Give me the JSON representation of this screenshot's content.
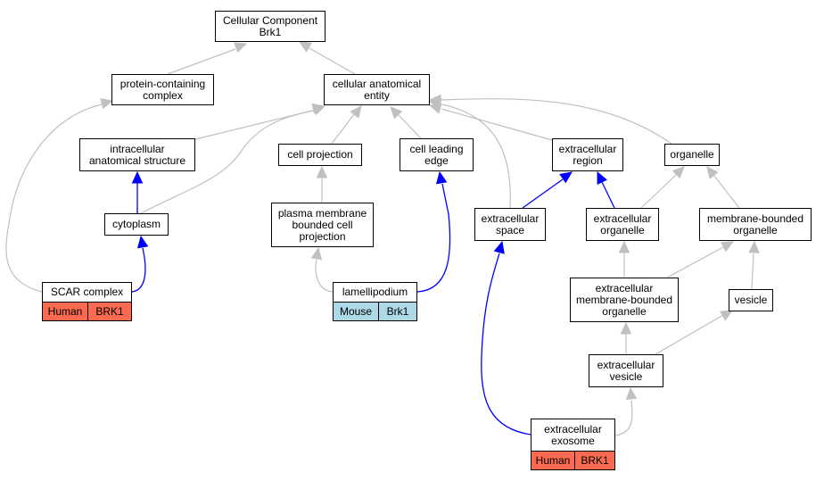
{
  "colors": {
    "gray_edge": "#c0c0c0",
    "blue_edge": "#0000ff",
    "human_tag": "#fa6a50",
    "mouse_tag": "#add8e6"
  },
  "nodes": {
    "root": "Cellular Component\nBrk1",
    "protein_complex": "protein-containing\ncomplex",
    "cae": "cellular anatomical\nentity",
    "intracellular": "intracellular\nanatomical structure",
    "cell_projection": "cell projection",
    "cell_leading_edge": "cell leading\nedge",
    "extracellular_region": "extracellular\nregion",
    "organelle": "organelle",
    "cytoplasm": "cytoplasm",
    "plasma_membrane": "plasma membrane\nbounded cell\nprojection",
    "extracellular_space": "extracellular\nspace",
    "extracellular_organelle": "extracellular\norganelle",
    "membrane_bounded": "membrane-bounded\norganelle",
    "scar_complex": "SCAR complex",
    "lamellipodium": "lamellipodium",
    "ext_membrane_bounded": "extracellular\nmembrane-bounded\norganelle",
    "vesicle": "vesicle",
    "ext_vesicle": "extracellular\nvesicle",
    "exosome": "extracellular\nexosome"
  },
  "annotations": {
    "scar": {
      "species": "Human",
      "gene": "BRK1"
    },
    "lamellipodium": {
      "species": "Mouse",
      "gene": "Brk1"
    },
    "exosome": {
      "species": "Human",
      "gene": "BRK1"
    }
  }
}
